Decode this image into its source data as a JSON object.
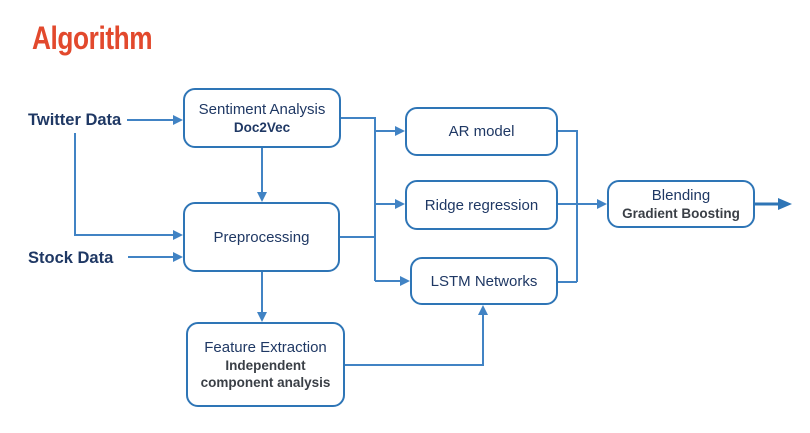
{
  "title": "Algorithm",
  "colors": {
    "title": "#e2492d",
    "line": "#4183c4",
    "border": "#2e75b6",
    "navy": "#1f3864",
    "subtitle": "#3a3f46"
  },
  "inputs": [
    {
      "label": "Twitter Data"
    },
    {
      "label": "Stock Data"
    }
  ],
  "nodes": {
    "sentiment": {
      "title": "Sentiment Analysis",
      "subtitle": "Doc2Vec"
    },
    "preprocessing": {
      "title": "Preprocessing"
    },
    "feature": {
      "title": "Feature Extraction",
      "subtitle_lines": [
        "Independent",
        "component analysis"
      ]
    },
    "ar": {
      "title": "AR model"
    },
    "ridge": {
      "title": "Ridge regression"
    },
    "lstm": {
      "title": "LSTM Networks"
    },
    "blending": {
      "title": "Blending",
      "subtitle": "Gradient Boosting"
    }
  }
}
